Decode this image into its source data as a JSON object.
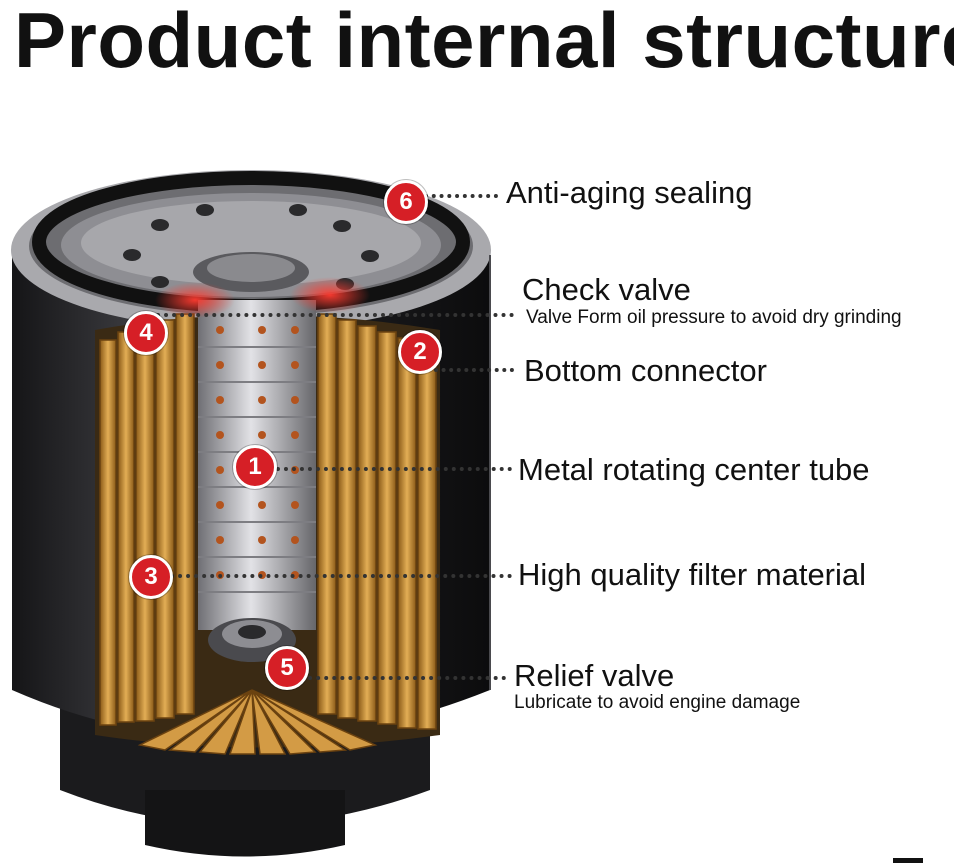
{
  "title": "Product internal structure",
  "colors": {
    "badge": "#d61f26",
    "filter_body": "#2b2b2e",
    "filter_media": "#c8902f",
    "center_tube": "#b8b8bc"
  },
  "callouts": [
    {
      "number": "6",
      "label": "Anti-aging sealing"
    },
    {
      "number": "4",
      "label": "Check valve",
      "sublabel": "Valve  Form oil pressure to avoid dry grinding"
    },
    {
      "number": "2",
      "label": "Bottom connector"
    },
    {
      "number": "1",
      "label": "Metal rotating center tube"
    },
    {
      "number": "3",
      "label": "High quality filter material"
    },
    {
      "number": "5",
      "label": "Relief valve",
      "sublabel": "Lubricate to avoid  engine damage"
    }
  ]
}
